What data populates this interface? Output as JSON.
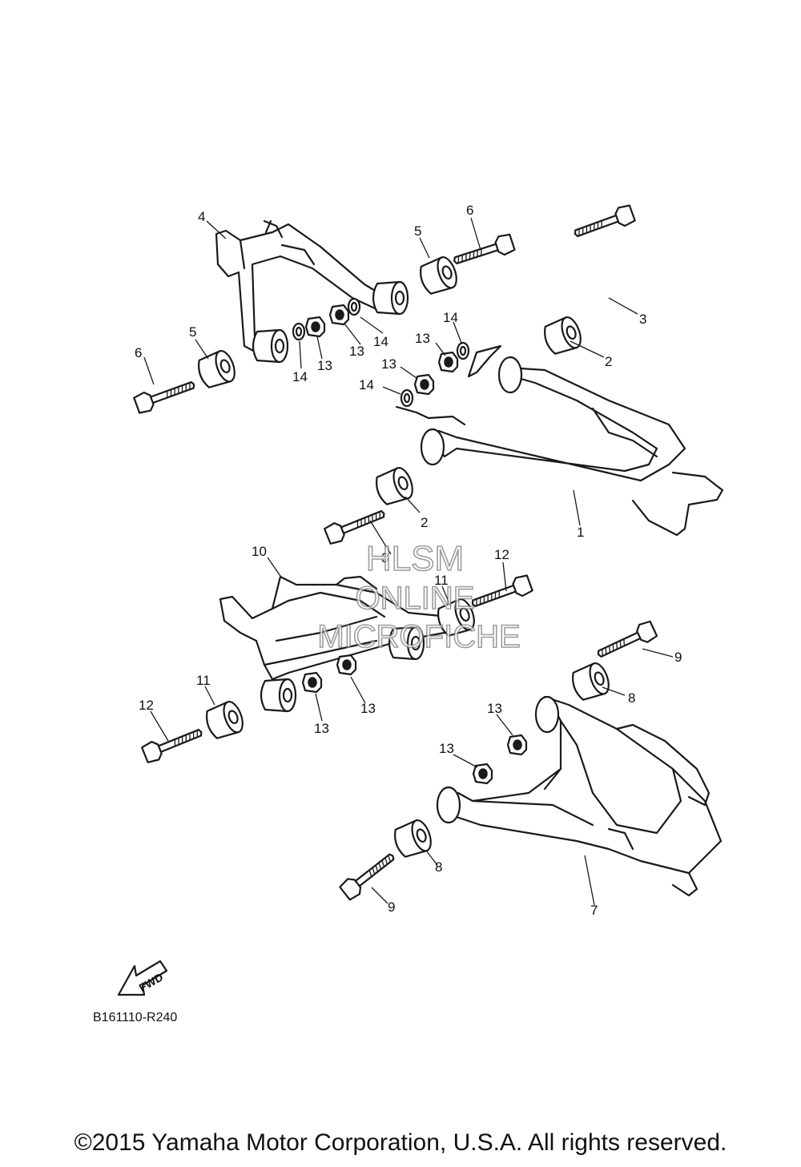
{
  "callouts": [
    {
      "id": "c1",
      "text": "1"
    },
    {
      "id": "c2a",
      "text": "2"
    },
    {
      "id": "c2b",
      "text": "2"
    },
    {
      "id": "c3a",
      "text": "3"
    },
    {
      "id": "c3b",
      "text": "3"
    },
    {
      "id": "c4",
      "text": "4"
    },
    {
      "id": "c5a",
      "text": "5"
    },
    {
      "id": "c5b",
      "text": "5"
    },
    {
      "id": "c6a",
      "text": "6"
    },
    {
      "id": "c6b",
      "text": "6"
    },
    {
      "id": "c7",
      "text": "7"
    },
    {
      "id": "c8a",
      "text": "8"
    },
    {
      "id": "c8b",
      "text": "8"
    },
    {
      "id": "c9a",
      "text": "9"
    },
    {
      "id": "c9b",
      "text": "9"
    },
    {
      "id": "c10",
      "text": "10"
    },
    {
      "id": "c11a",
      "text": "11"
    },
    {
      "id": "c11b",
      "text": "11"
    },
    {
      "id": "c12a",
      "text": "12"
    },
    {
      "id": "c12b",
      "text": "12"
    },
    {
      "id": "c13a",
      "text": "13"
    },
    {
      "id": "c13b",
      "text": "13"
    },
    {
      "id": "c13c",
      "text": "13"
    },
    {
      "id": "c13d",
      "text": "13"
    },
    {
      "id": "c13e",
      "text": "13"
    },
    {
      "id": "c13f",
      "text": "13"
    },
    {
      "id": "c13g",
      "text": "13"
    },
    {
      "id": "c13h",
      "text": "13"
    },
    {
      "id": "c14a",
      "text": "14"
    },
    {
      "id": "c14b",
      "text": "14"
    },
    {
      "id": "c14c",
      "text": "14"
    },
    {
      "id": "c14d",
      "text": "14"
    }
  ],
  "watermark": {
    "line1": "HLSM",
    "line2": "ONLINE",
    "line3": "MICROFICHE"
  },
  "fwd_label": "FWD",
  "diagram_code": "B161110-R240",
  "copyright": "©2015 Yamaha Motor Corporation, U.S.A. All rights reserved."
}
